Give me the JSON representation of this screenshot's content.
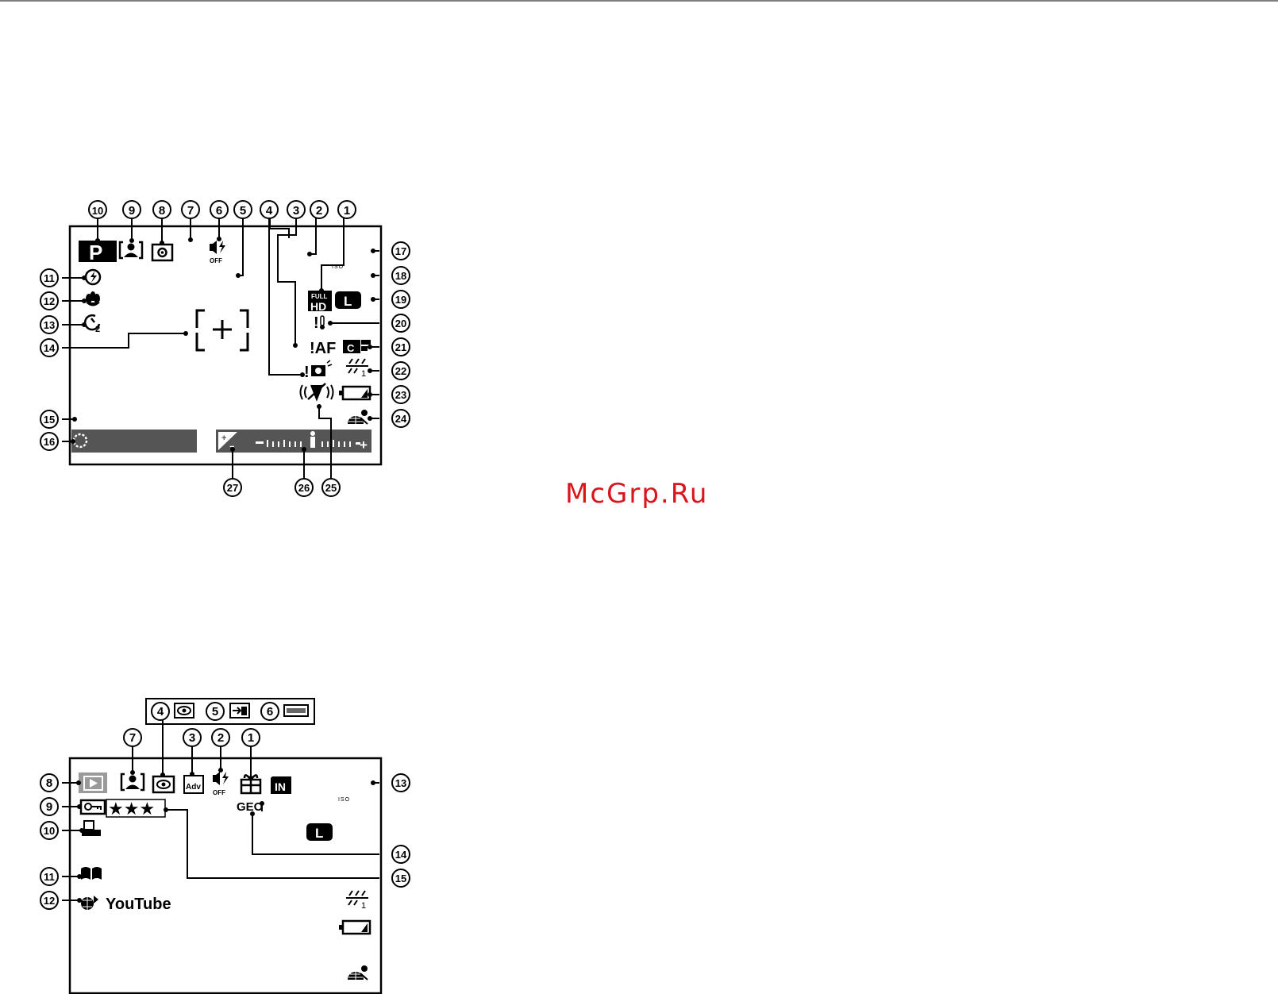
{
  "watermark": "McGrp.Ru",
  "shooting_screen": {
    "callouts": [
      "1",
      "2",
      "3",
      "4",
      "5",
      "6",
      "7",
      "8",
      "9",
      "10",
      "11",
      "12",
      "13",
      "14",
      "15",
      "16",
      "17",
      "18",
      "19",
      "20",
      "21",
      "22",
      "23",
      "24",
      "25",
      "26",
      "27"
    ],
    "icon_text": {
      "mode": "P",
      "iso": "ISO",
      "full": "FULL",
      "hd": "HD",
      "size": "L",
      "af_warning": "!AF",
      "off": "OFF",
      "exposure_minus": "−",
      "exposure_plus": "+"
    },
    "icons": [
      "program-mode-icon",
      "face-detection-icon",
      "metering-icon",
      "silent-mode-icon",
      "flash-off-icon",
      "macro-icon",
      "self-timer-icon",
      "focus-frame-icon",
      "movie-mode-icon",
      "image-size-icon",
      "temperature-warning-icon",
      "af-warning-icon",
      "blur-warning-icon",
      "film-simulation-icon",
      "white-balance-icon",
      "battery-icon",
      "dual-is-icon",
      "intelligent-flash-icon",
      "exposure-compensation-icon",
      "exposure-indicator-icon",
      "date-stamp-icon"
    ]
  },
  "playback_screen": {
    "callouts": [
      "1",
      "2",
      "3",
      "4",
      "5",
      "6",
      "7",
      "8",
      "9",
      "10",
      "11",
      "12",
      "13",
      "14",
      "15"
    ],
    "icon_text": {
      "iso": "ISO",
      "size": "L",
      "geo": "GEO",
      "youtube": "YouTube",
      "off": "OFF",
      "adv": "Adv",
      "in": "IN",
      "stars": "★★★"
    },
    "icons": [
      "playback-icon",
      "face-detection-icon",
      "red-eye-icon",
      "advanced-icon",
      "silent-mode-icon",
      "gift-icon",
      "internal-memory-icon",
      "protect-icon",
      "print-icon",
      "photobook-icon",
      "upload-icon",
      "geotag-icon",
      "white-balance-icon",
      "battery-icon",
      "dual-is-icon",
      "panorama-icon"
    ]
  }
}
